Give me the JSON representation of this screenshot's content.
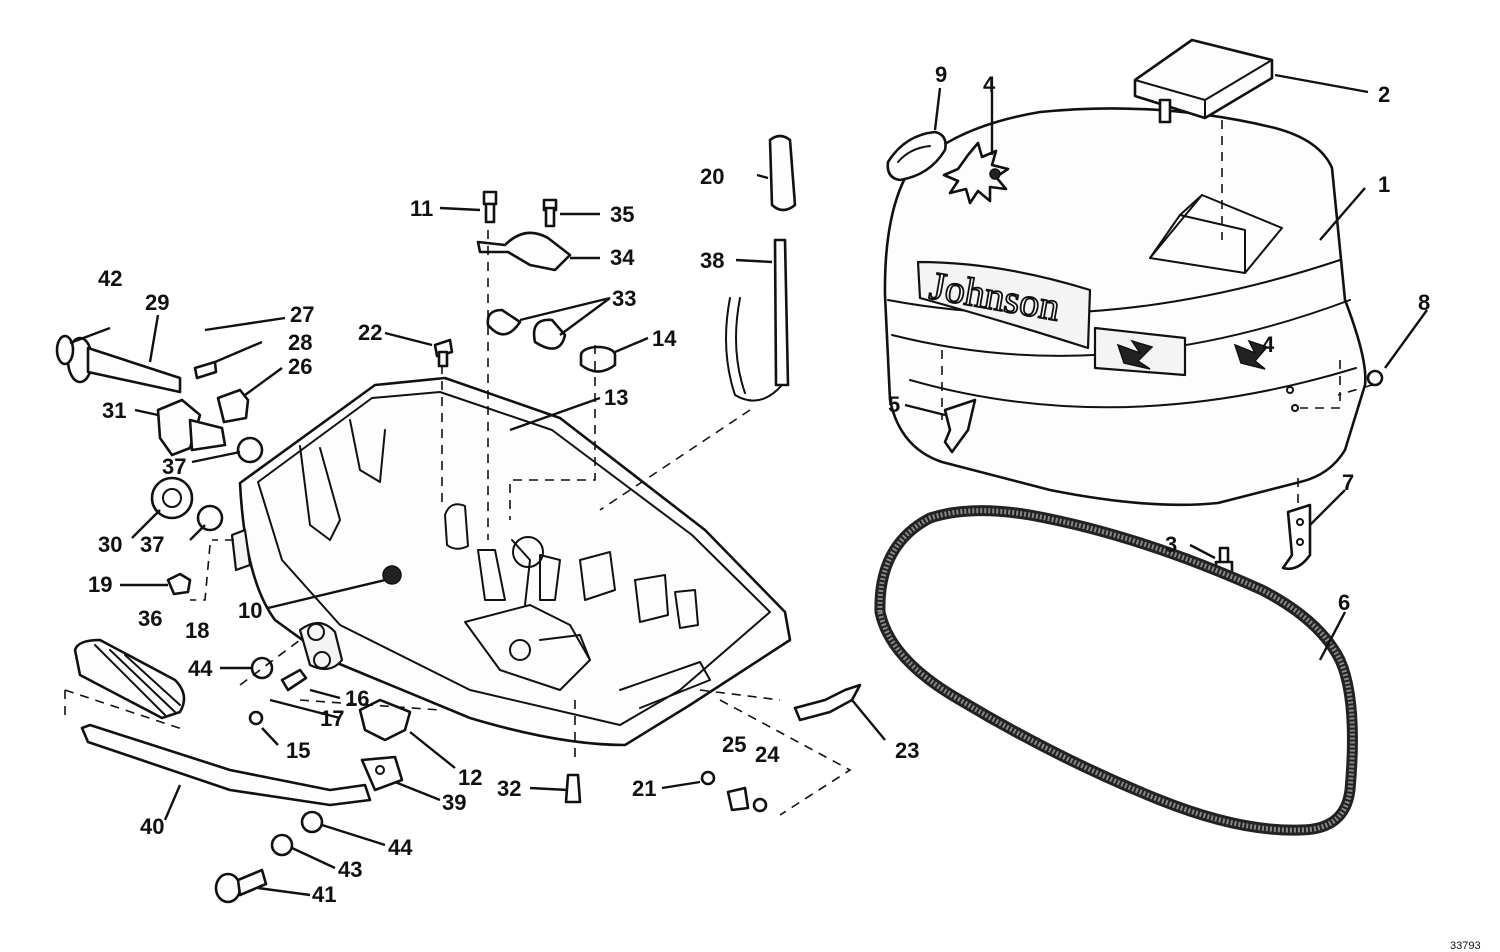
{
  "brand_text": "Johnson",
  "badge_text": "4",
  "drawing_ref": "33793",
  "callouts": {
    "c1": "1",
    "c2": "2",
    "c3": "3",
    "c4": "4",
    "c5": "5",
    "c6": "6",
    "c7": "7",
    "c8": "8",
    "c9": "9",
    "c10": "10",
    "c11": "11",
    "c12": "12",
    "c13": "13",
    "c14": "14",
    "c15": "15",
    "c16": "16",
    "c17": "17",
    "c18": "18",
    "c19": "19",
    "c20": "20",
    "c21": "21",
    "c22": "22",
    "c23": "23",
    "c24": "24",
    "c25": "25",
    "c26": "26",
    "c27": "27",
    "c28": "28",
    "c29": "29",
    "c30": "30",
    "c31": "31",
    "c32": "32",
    "c33": "33",
    "c34": "34",
    "c35": "35",
    "c36": "36",
    "c37a": "37",
    "c37b": "37",
    "c38": "38",
    "c39": "39",
    "c40": "40",
    "c41": "41",
    "c42": "42",
    "c43": "43",
    "c44a": "44",
    "c44b": "44"
  }
}
